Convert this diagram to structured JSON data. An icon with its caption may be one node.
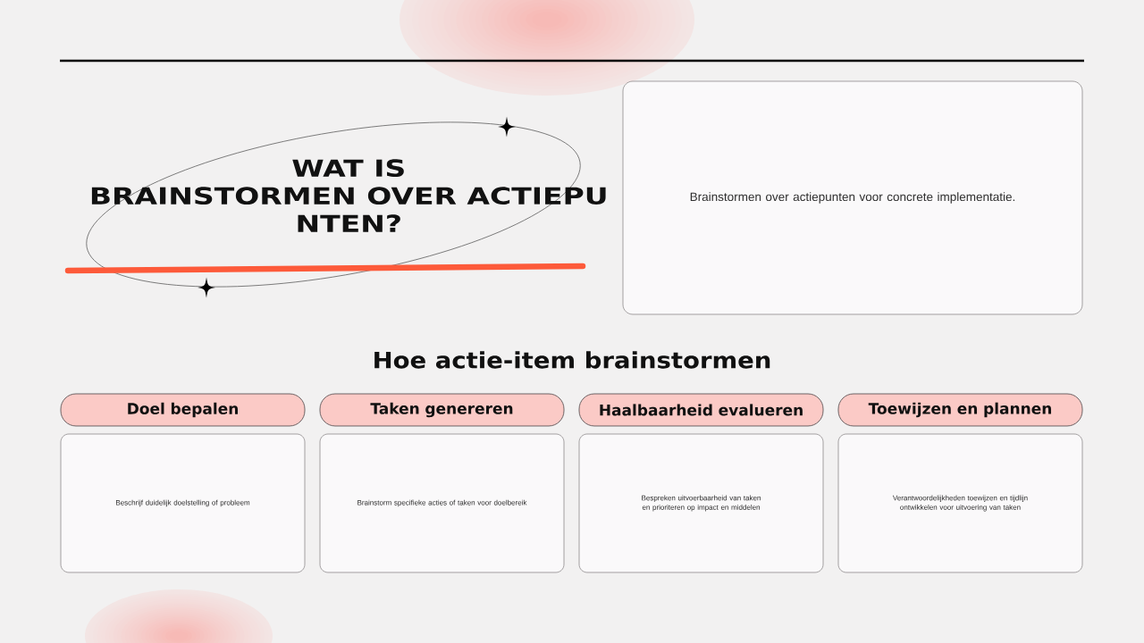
{
  "diagram": {
    "title": "WAT IS BRAINSTORMEN OVER ACTIEPU NTEN?",
    "nodes": [
      {
        "text": [
          "Brainstormen over actiepunten voor concrete implementatie."
        ]
      },
      {
        "text": [
          "Doel bepalen"
        ]
      },
      {
        "text": [
          "Beschrijf duidelijk doelstelling of probleem"
        ]
      },
      {
        "text": [
          "Taken genereren"
        ]
      },
      {
        "text": [
          "Brainstorm specifieke acties of taken voor doelbereik"
        ]
      },
      {
        "text": [
          "Haalbaarheid evalueren"
        ]
      },
      {
        "text": [
          "Bespreken uitvoerbaarheid van taken en prioriteren op impact en middelen"
        ]
      },
      {
        "text": [
          "Toewijzen en plannen"
        ]
      },
      {
        "text": [
          "Verantwoordelijkheden toewijzen en tijdlijn ontwikkelen voor uitvoering van taken"
        ]
      }
    ],
    "labels": [
      "Hoe actie-item brainstormen"
    ]
  }
}
